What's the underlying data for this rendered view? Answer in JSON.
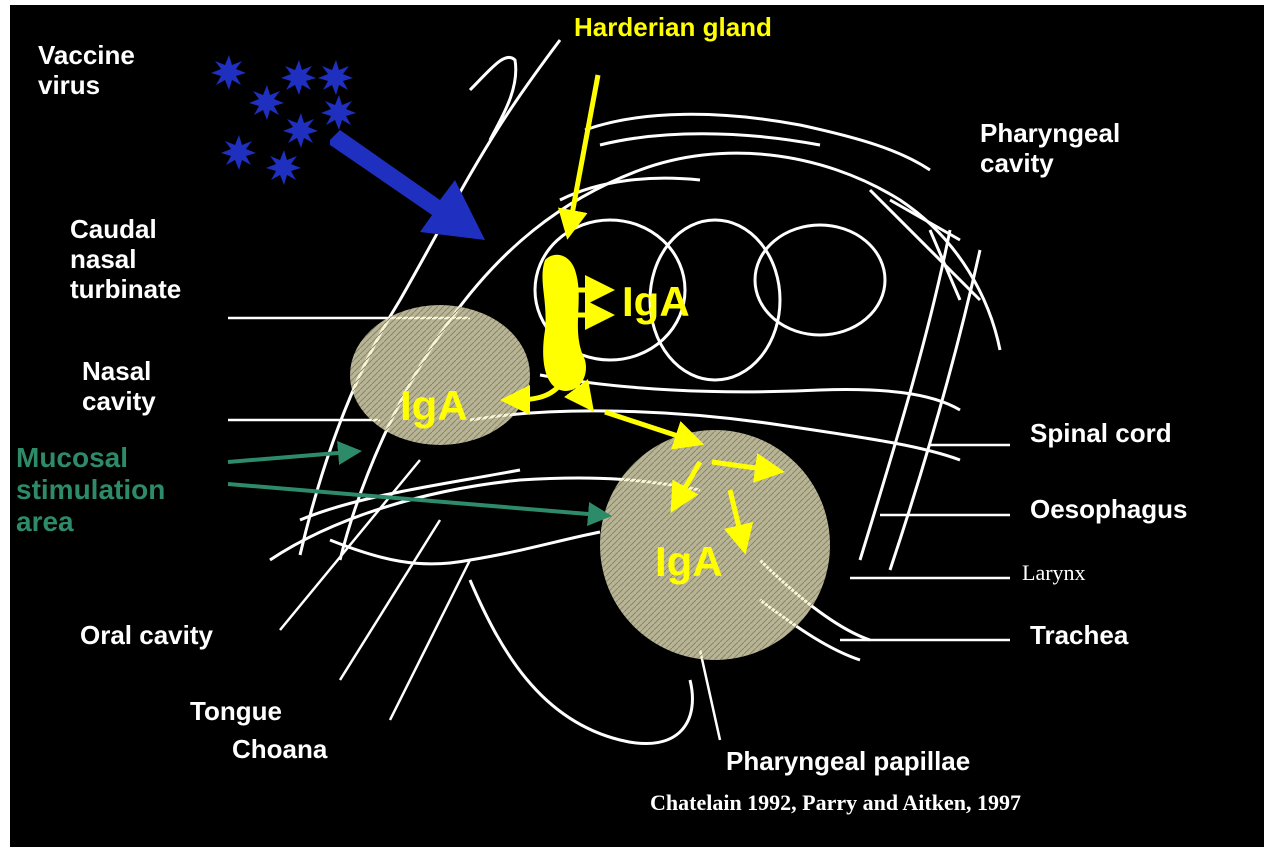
{
  "labels": {
    "vaccine_virus": "Vaccine\nvirus",
    "harderian_gland": "Harderian gland",
    "pharyngeal_cavity": "Pharyngeal\ncavity",
    "caudal_nasal_turbinate": "Caudal\nnasal\nturbinate",
    "nasal_cavity": "Nasal\ncavity",
    "mucosal_stimulation_area": "Mucosal\nstimulation\narea",
    "spinal_cord": "Spinal cord",
    "oesophagus": "Oesophagus",
    "larynx": "Larynx",
    "trachea": "Trachea",
    "oral_cavity": "Oral cavity",
    "tongue": "Tongue",
    "choana": "Choana",
    "pharyngeal_papillae": "Pharyngeal papillae"
  },
  "iga_labels": [
    "IgA",
    "IgA",
    "IgA"
  ],
  "citation": "Chatelain 1992,  Parry and Aitken, 1997",
  "colors": {
    "background": "#000000",
    "label_text": "#ffffff",
    "highlight": "#ffff00",
    "mucosal": "#2e8b6a",
    "vaccine": "#1f2fbf",
    "stimulation_area": "#f5f0c8"
  }
}
